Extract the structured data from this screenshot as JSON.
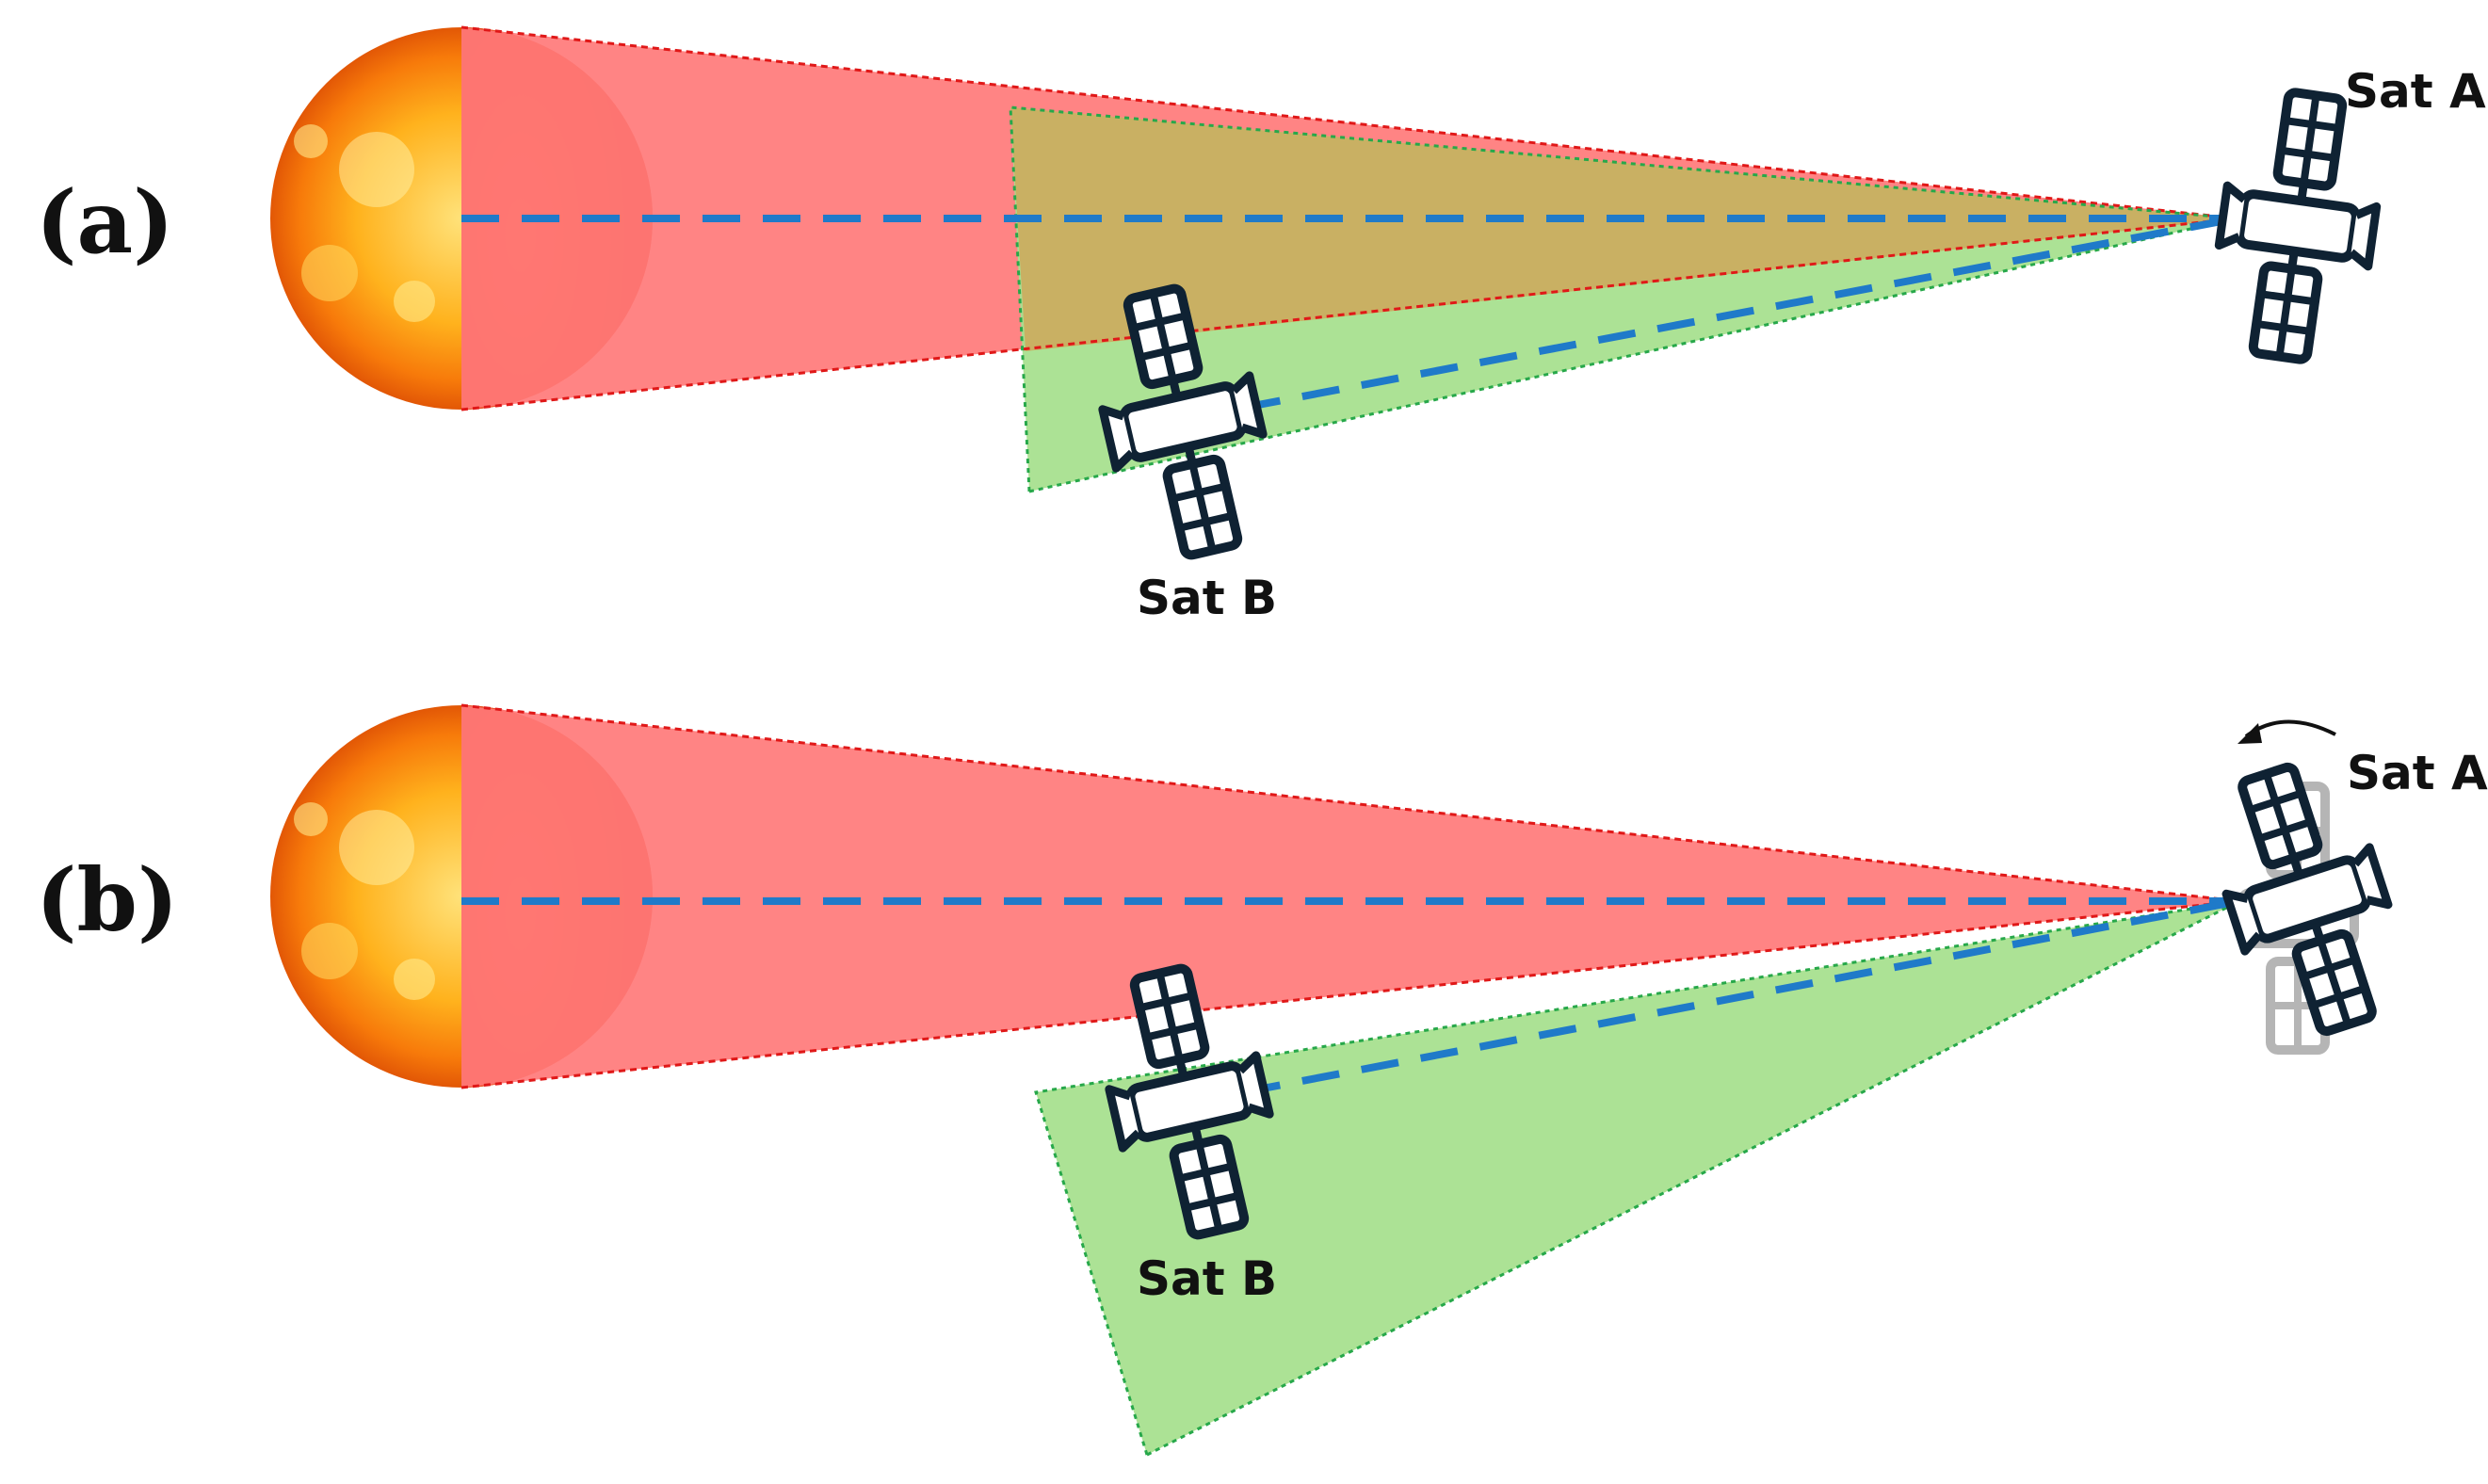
{
  "panels": [
    {
      "label": "(a)",
      "sat_a_label": "Sat A",
      "sat_b_label": "Sat B"
    },
    {
      "label": "(b)",
      "sat_a_label": "Sat A",
      "sat_b_label": "Sat B"
    }
  ],
  "colors": {
    "sun_cone": "#ff7a7a",
    "sun_cone_edge": "#e01818",
    "sat_b_cone": "#a8e08f",
    "sat_b_cone_edge": "#27a84a",
    "overlap": "#c9b063",
    "line_of_sight": "#1f7ac9",
    "satellite_stroke": "#0f2233",
    "satellite_fill": "#ffffff",
    "ghost_satellite": "#a9a9a9"
  }
}
